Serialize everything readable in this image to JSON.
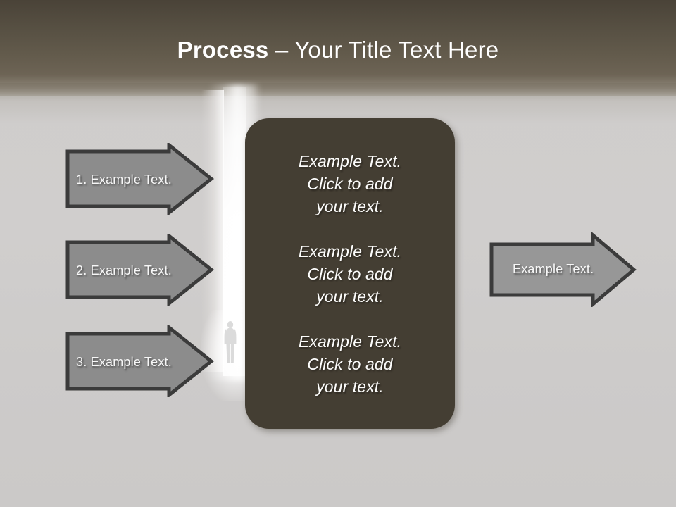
{
  "slide": {
    "title_bold": "Process",
    "title_separator": " – ",
    "title_rest": "Your Title Text Here",
    "background_color": "#cdcbca",
    "header_color_top": "#4a4338",
    "header_color_bottom": "#6d6455",
    "panel_color": "#443e33",
    "arrow_fill": "#8c8c8c",
    "arrow_stroke": "#3b3b3b",
    "text_color": "#ffffff"
  },
  "left_arrows": [
    {
      "label": "1. Example Text."
    },
    {
      "label": "2. Example Text."
    },
    {
      "label": "3. Example Text."
    }
  ],
  "center_panel": {
    "blocks": [
      {
        "text": "Example Text.\nClick  to add\nyour text."
      },
      {
        "text": "Example Text.\nClick  to add\nyour text."
      },
      {
        "text": "Example Text.\nClick  to add\nyour text."
      }
    ]
  },
  "right_arrow": {
    "label": "Example Text."
  },
  "decor": {
    "figure_icon": "person-silhouette-icon",
    "light_beam": "light-beam"
  }
}
